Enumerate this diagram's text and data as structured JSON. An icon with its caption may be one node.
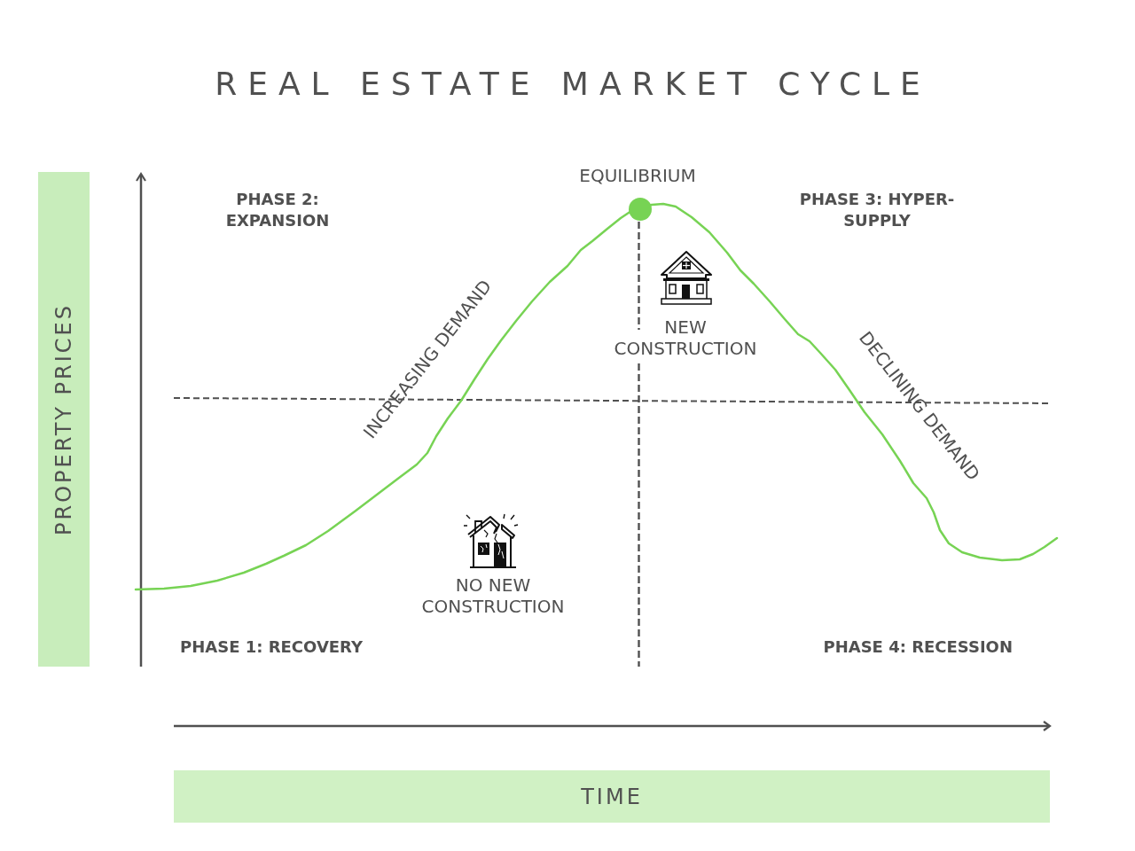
{
  "diagram": {
    "title": "REAL ESTATE MARKET CYCLE",
    "nodes": [
      {
        "text": [
          "PROPERTY PRICES"
        ]
      },
      {
        "text": [
          "TIME"
        ]
      }
    ],
    "labels": [
      "EQUILIBRIUM",
      "PHASE 2: EXPANSION",
      "PHASE 3: HYPER-SUPPLY",
      "INCREASING DEMAND",
      "NEW CONSTRUCTION",
      "DECLINING DEMAND",
      "NO NEW CONSTRUCTION",
      "PHASE 1: RECOVERY",
      "PHASE 4: RECESSION"
    ]
  }
}
